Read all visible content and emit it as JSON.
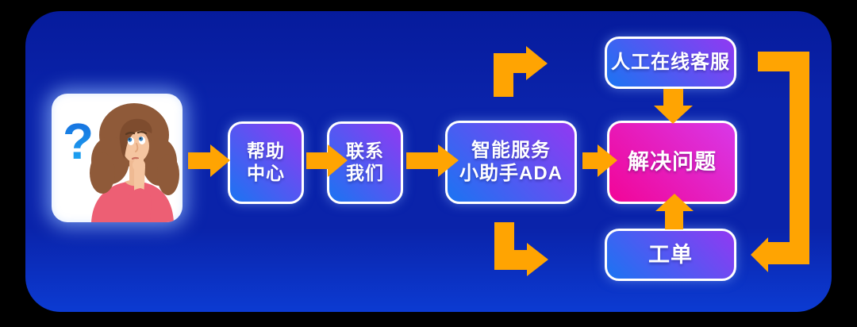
{
  "flow": {
    "user": {
      "question_mark": "?"
    },
    "nodes": {
      "help_center": {
        "line1": "帮助",
        "line2": "中心"
      },
      "contact_us": {
        "line1": "联系",
        "line2": "我们"
      },
      "ada": {
        "line1": "智能服务",
        "line2": "小助手ADA"
      },
      "live_agent": {
        "label": "人工在线客服"
      },
      "solve_problem": {
        "label": "解决问题"
      },
      "ticket": {
        "label": "工单"
      }
    },
    "edges": [
      {
        "from": "user",
        "to": "help_center"
      },
      {
        "from": "help_center",
        "to": "contact_us"
      },
      {
        "from": "contact_us",
        "to": "ada"
      },
      {
        "from": "ada",
        "to": "solve_problem"
      },
      {
        "from": "ada",
        "to": "live_agent"
      },
      {
        "from": "live_agent",
        "to": "solve_problem"
      },
      {
        "from": "ada",
        "to": "ticket"
      },
      {
        "from": "ticket",
        "to": "solve_problem"
      },
      {
        "from": "live_agent",
        "to": "ticket"
      }
    ]
  },
  "colors": {
    "page-bg": "#000000",
    "panel-top": "#061B9C",
    "panel-mid": "#0A23AA",
    "panel-bottom": "#0C3BD2",
    "arrow": "#FFA402",
    "node-blue": "#1B74F2",
    "node-purple": "#9139F2",
    "pink-deep": "#F20597",
    "pink-light": "#D838E8",
    "node-border": "#FFFFFF",
    "qmark-top": "#1566DC",
    "qmark-bottom": "#1FB0F5"
  }
}
